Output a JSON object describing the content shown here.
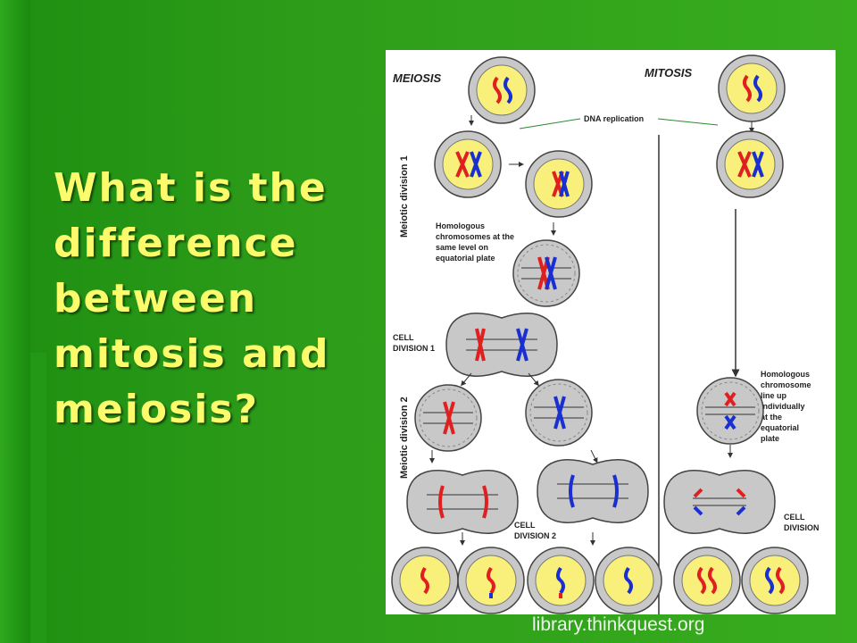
{
  "slide": {
    "title_lines": [
      "What is the",
      "difference",
      "between",
      "mitosis and",
      "meiosis?"
    ],
    "credit": "library.thinkquest.org"
  },
  "diagram": {
    "meiosis_label": "MEIOSIS",
    "mitosis_label": "MITOSIS",
    "dna_replication": "DNA replication",
    "meiotic_division_1": "Meiotic division 1",
    "meiotic_division_2": "Meiotic division 2",
    "homologous_meiosis": [
      "Homologous",
      "chromosomes at the",
      "same level on",
      "equatorial plate"
    ],
    "cell_division_1": [
      "CELL",
      "DIVISION 1"
    ],
    "cell_division_2": [
      "CELL",
      "DIVISION 2"
    ],
    "homologous_mitosis": [
      "Homologous",
      "chromosome",
      "line up",
      "individually",
      "at the",
      "equatorial",
      "plate"
    ],
    "cell_division": [
      "CELL",
      "DIVISION"
    ]
  },
  "colors": {
    "background_green": "#2e9e1a",
    "title_yellow": "#fbfb6c",
    "cell_yellow": "#f8f07a",
    "cell_grey": "#c8c8c8",
    "chromosome_red": "#e02020",
    "chromosome_blue": "#1a2fd0"
  }
}
